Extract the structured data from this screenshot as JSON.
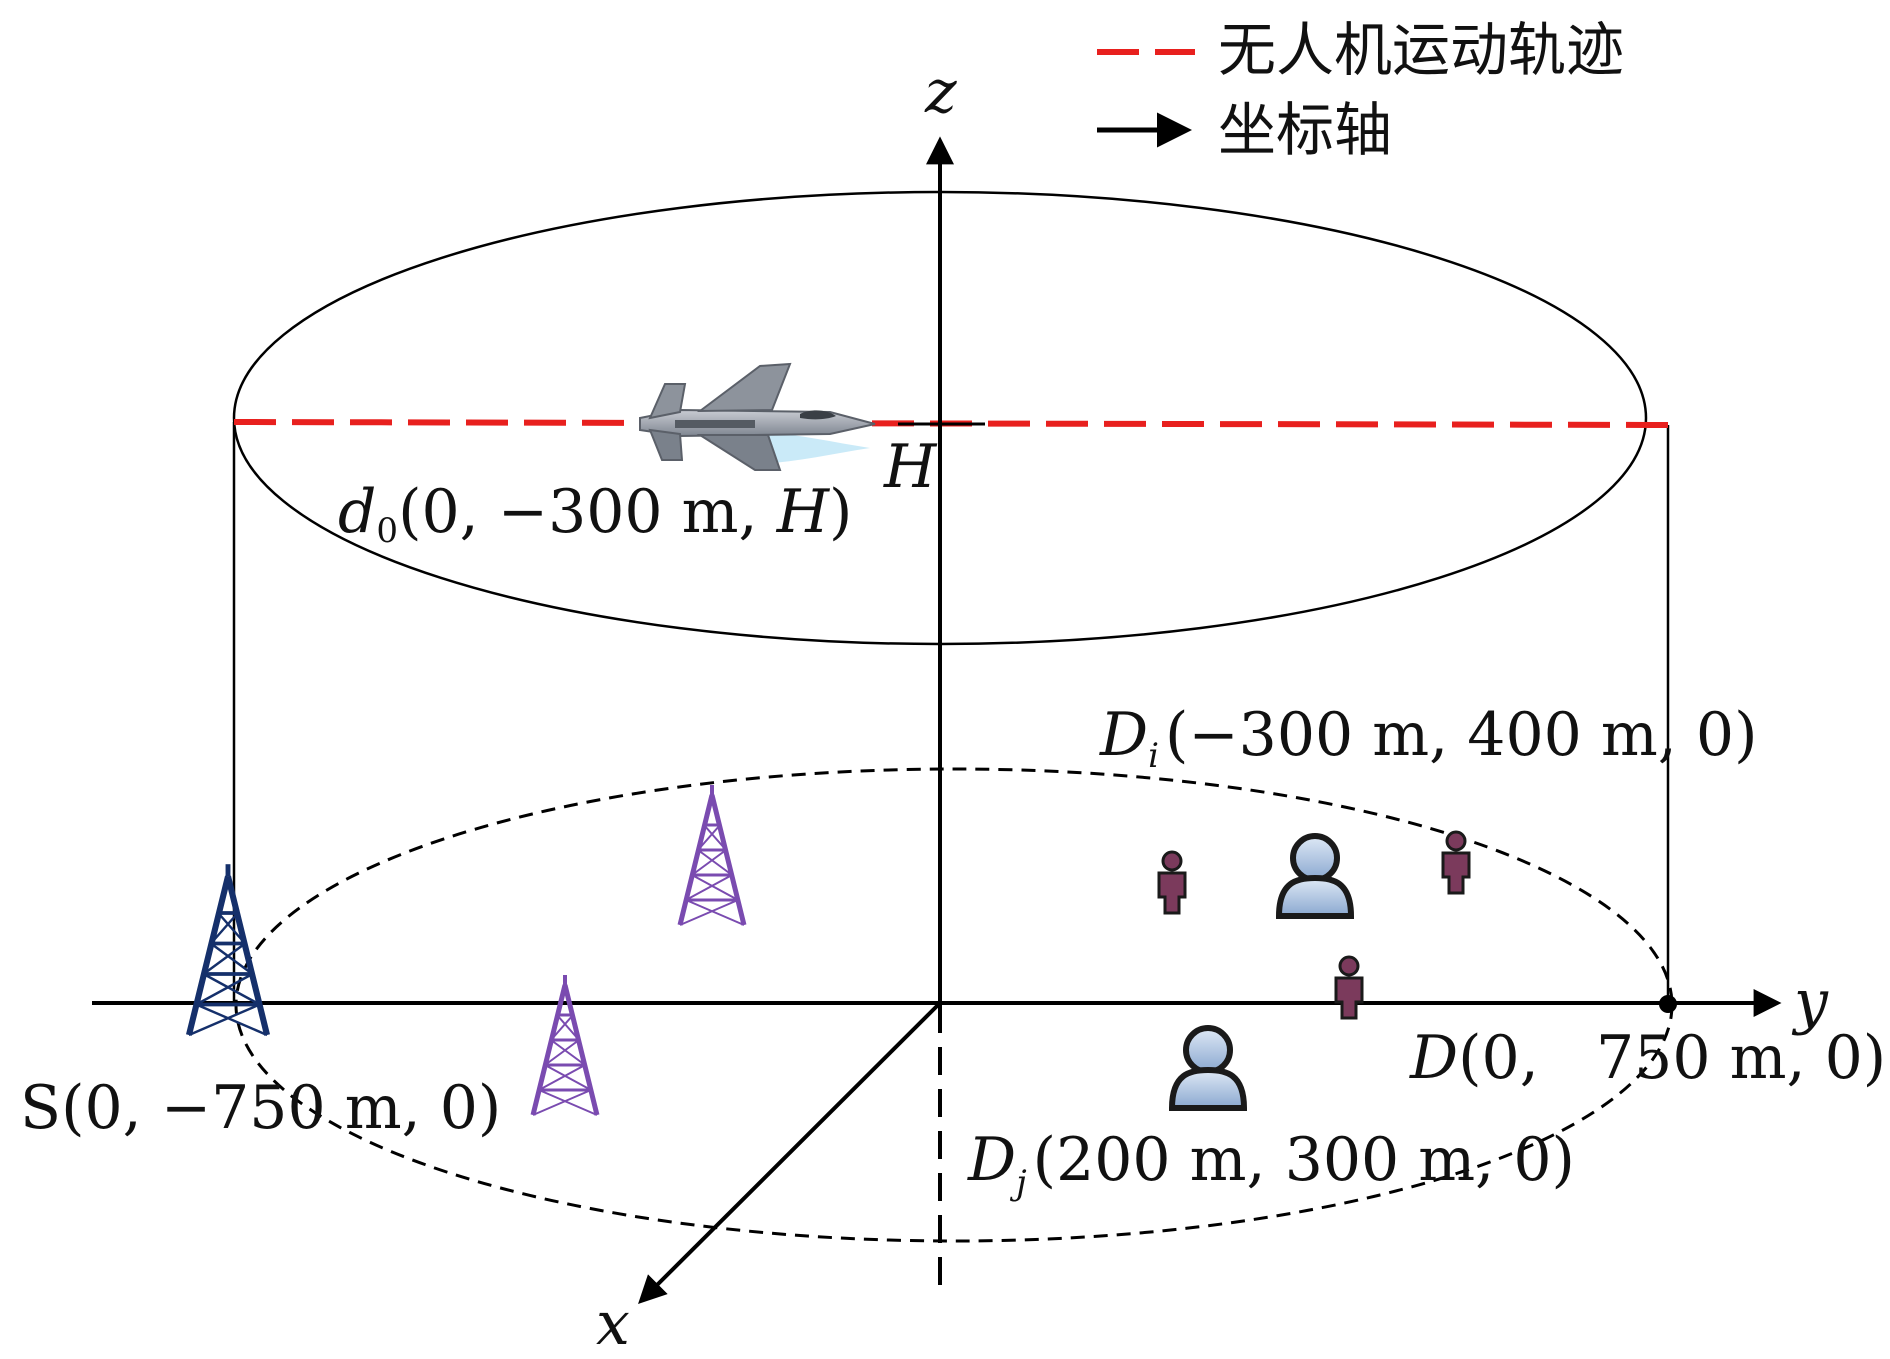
{
  "legend": {
    "trajectory_label": "无人机运动轨迹",
    "axis_label": "坐标轴",
    "trajectory_color": "#e8201e",
    "axis_color": "#000000"
  },
  "axes": {
    "z": "z",
    "y": "y",
    "x": "x",
    "h": "H"
  },
  "points": {
    "d0": {
      "sym": "d",
      "sub": "0",
      "coords": "(0, −300 m, ",
      "h": "H",
      "close": ")"
    },
    "di": {
      "sym": "D",
      "sub": "i",
      "coords": "(−300 m, 400 m, 0)"
    },
    "d": {
      "sym": "D",
      "coords": "(0,   750 m, 0)"
    },
    "dj": {
      "sym": "D",
      "sub": "j",
      "coords": "(200 m, 300 m, 0)"
    },
    "s": {
      "label": "S(0, −750 m, 0)"
    }
  },
  "icons": {
    "uav": "fighter-jet-icon",
    "source_tower": "navy-tower-icon",
    "relay_towers": "purple-tower-icon",
    "small_users": "person-icon",
    "large_users": "user-avatar-icon"
  },
  "colors": {
    "navy_tower": "#15306b",
    "purple_tower": "#7a4bb0",
    "person": "#7b3a5c",
    "avatar": "#b9cde6"
  }
}
